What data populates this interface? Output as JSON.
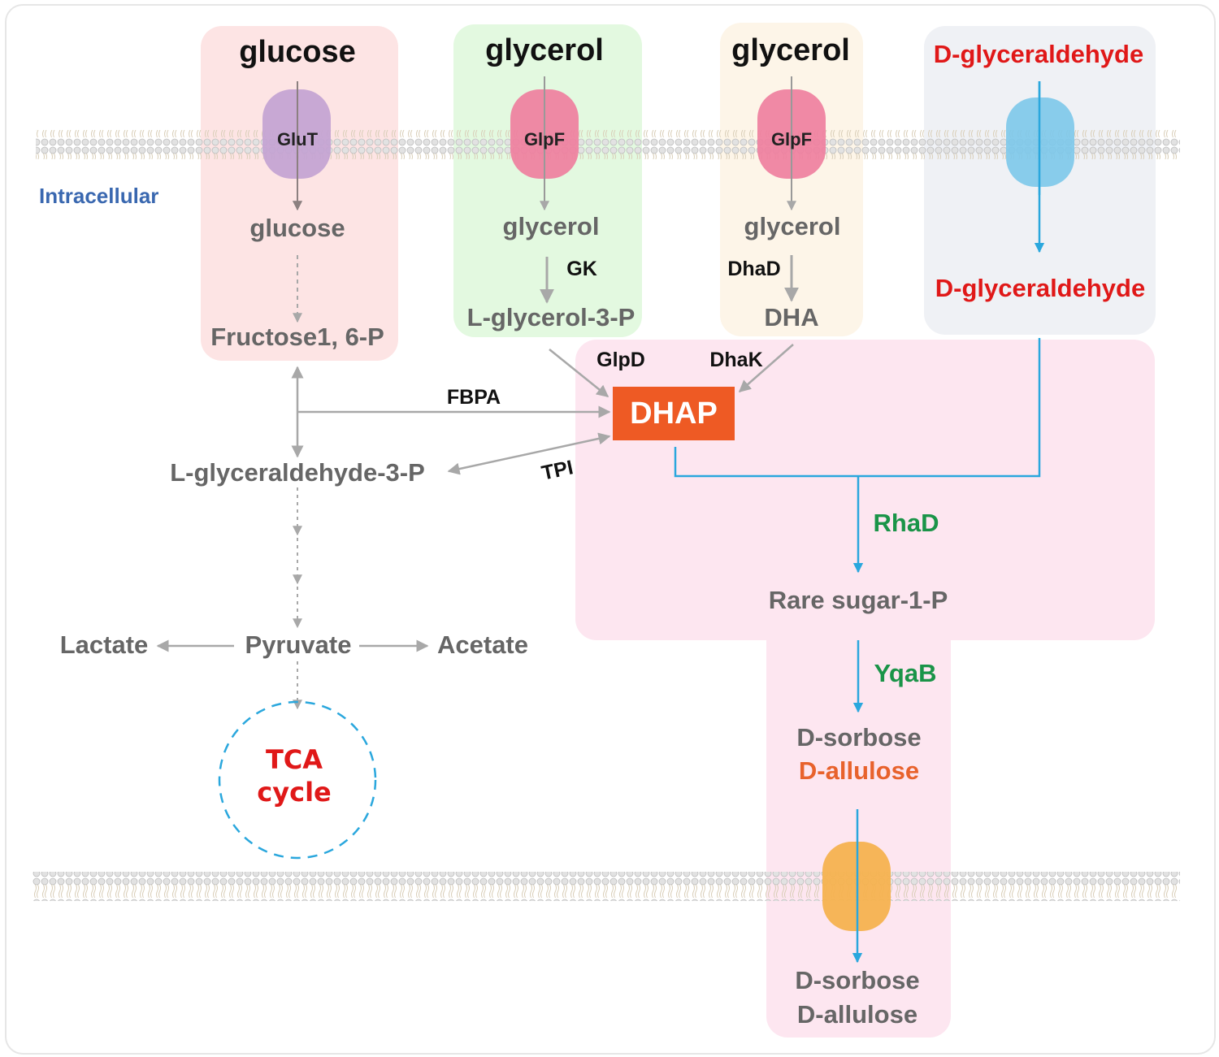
{
  "labels": {
    "intracellular": "Intracellular",
    "col1_top": "glucose",
    "col2_top": "glycerol",
    "col3_top": "glycerol",
    "col4_top": "D-glyceraldehyde",
    "col1_inside": "glucose",
    "col2_inside": "glycerol",
    "col3_inside": "glycerol",
    "col4_inside": "D-glyceraldehyde",
    "fructose": "Fructose1, 6-P",
    "glycerol3p": "L-glycerol-3-P",
    "dha": "DHA",
    "dhap": "DHAP",
    "g3p": "L-glyceraldehyde-3-P",
    "pyruvate": "Pyruvate",
    "lactate": "Lactate",
    "acetate": "Acetate",
    "tca_line1": "TCA",
    "tca_line2": "cycle",
    "rare_sugar": "Rare sugar-1-P",
    "sorbose1": "D-sorbose",
    "allulose1": "D-allulose",
    "sorbose2": "D-sorbose",
    "allulose2": "D-allulose"
  },
  "enzymes": {
    "glut": "GluT",
    "glpf1": "GlpF",
    "glpf2": "GlpF",
    "gk": "GK",
    "dhad": "DhaD",
    "glpd": "GlpD",
    "dhak": "DhaK",
    "fbpa": "FBPA",
    "tpi": "TPI",
    "rhad": "RhaD",
    "yqab": "YqaB"
  },
  "colors": {
    "glucose_panel": "#fde4e4",
    "glycerol_gk_panel": "#e3f9e0",
    "glycerol_dha_panel": "#fdf5e8",
    "glyceraldehyde_panel": "#eff1f5",
    "rare_sugar_panel": "#fde6f0",
    "dhap_box": "#ee5a24",
    "blue_arrow": "#2aa7dd",
    "gray_arrow": "#a8a8a8",
    "glut": "#c3a3d3",
    "glpf": "#ef7f9e",
    "blue_transporter": "#7cc8ea",
    "exporter": "#f6b24f"
  }
}
